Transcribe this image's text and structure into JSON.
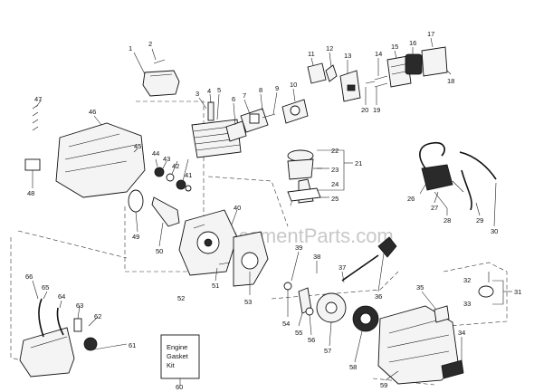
{
  "watermark": "eplacementParts.com",
  "kit_box": {
    "line1": "Engine",
    "line2": "Gasket",
    "line3": "Kit"
  },
  "part_numbers": [
    "1",
    "2",
    "3",
    "4",
    "5",
    "6",
    "7",
    "8",
    "9",
    "10",
    "11",
    "12",
    "13",
    "14",
    "15",
    "16",
    "17",
    "18",
    "19",
    "20",
    "21",
    "22",
    "23",
    "24",
    "25",
    "26",
    "27",
    "28",
    "29",
    "30",
    "31",
    "32",
    "33",
    "34",
    "35",
    "36",
    "37",
    "38",
    "39",
    "40",
    "41",
    "42",
    "43",
    "44",
    "45",
    "46",
    "47",
    "48",
    "49",
    "50",
    "51",
    "52",
    "53",
    "54",
    "55",
    "56",
    "57",
    "58",
    "59",
    "60",
    "61",
    "62",
    "63",
    "64",
    "65",
    "66"
  ]
}
